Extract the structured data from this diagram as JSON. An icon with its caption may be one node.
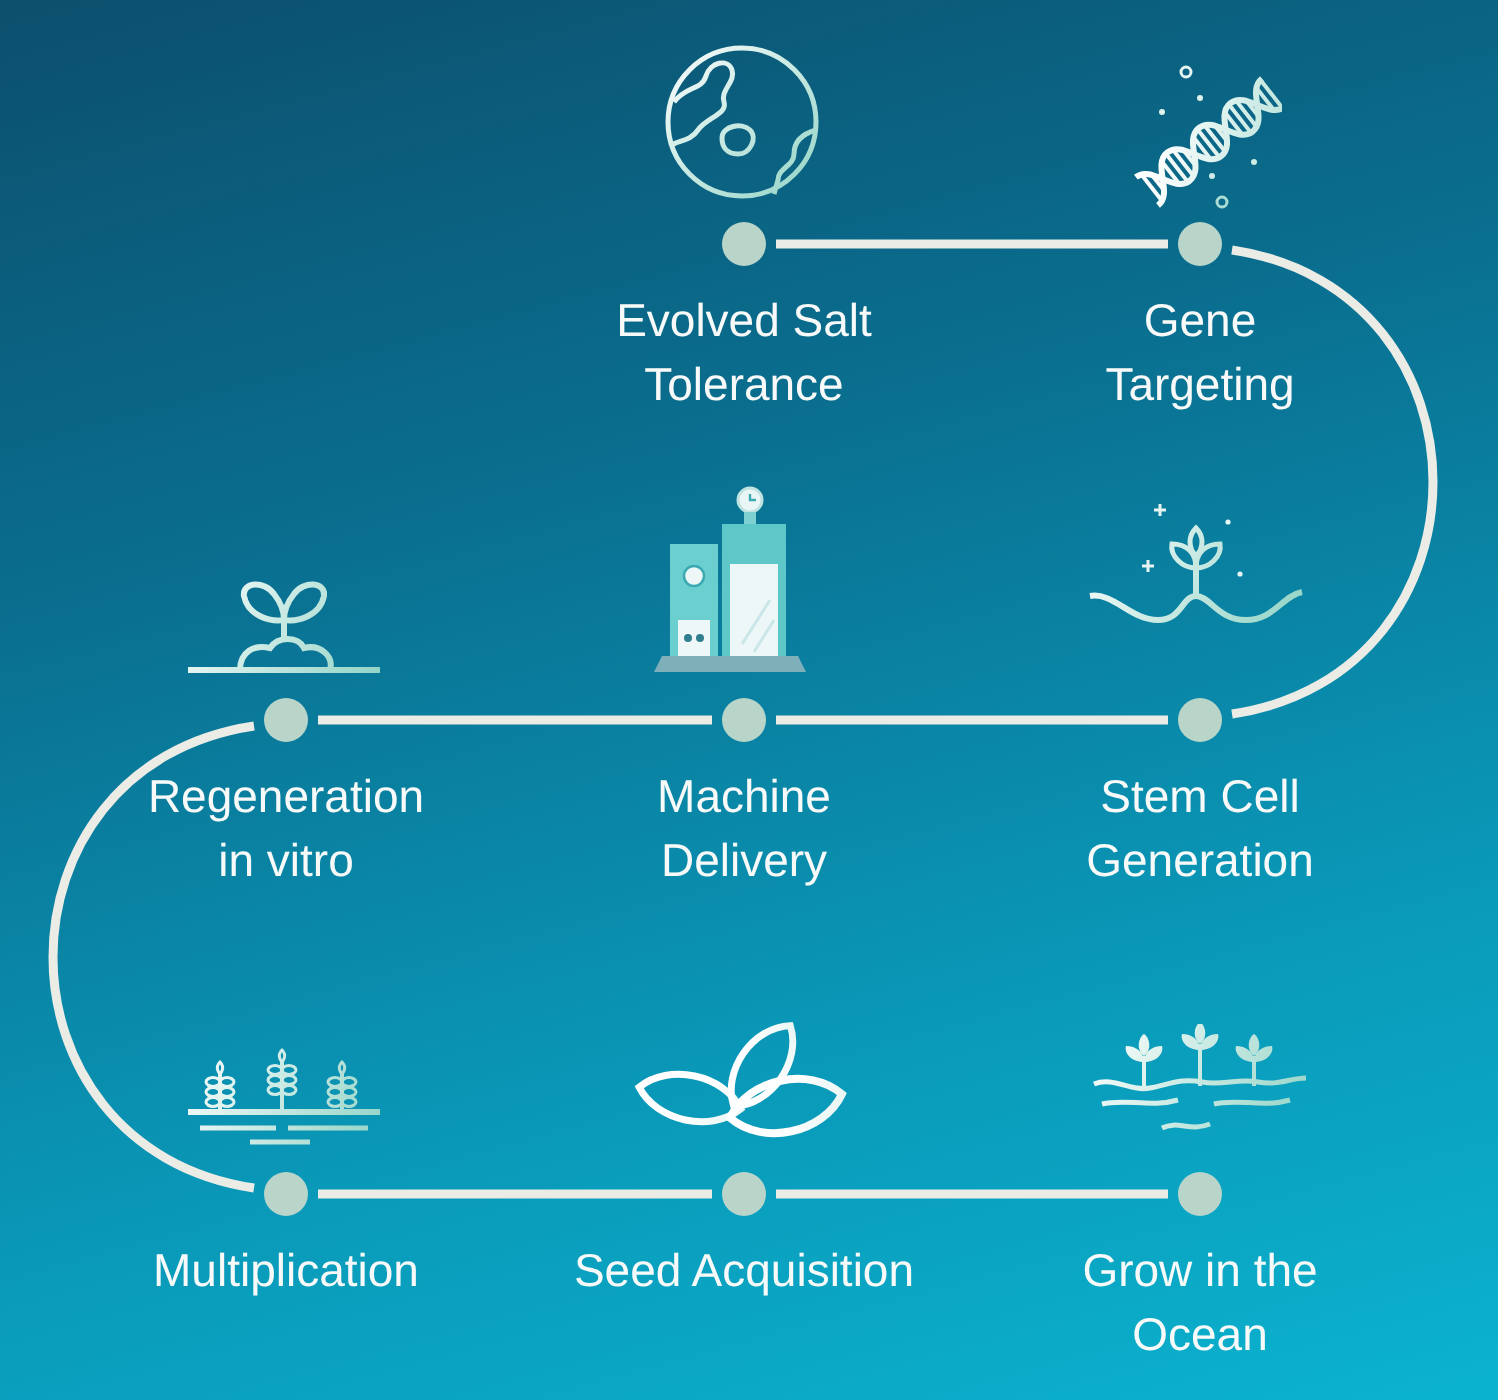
{
  "diagram": {
    "nodes": [
      {
        "text": [],
        "shape": "circle",
        "beside": [
          "Evolved Salt Tolerance"
        ]
      },
      {
        "text": [],
        "shape": "circle",
        "beside": [
          "Gene Targeting"
        ]
      },
      {
        "text": [],
        "shape": "circle",
        "beside": [
          "Regeneration in vitro"
        ]
      },
      {
        "text": [],
        "shape": "circle",
        "beside": [
          "Machine Delivery"
        ]
      },
      {
        "text": [],
        "shape": "circle",
        "beside": [
          "Stem Cell Generation"
        ]
      },
      {
        "text": [],
        "shape": "circle",
        "beside": [
          "Multiplication"
        ]
      },
      {
        "text": [],
        "shape": "circle",
        "beside": [
          "Seed Acquisition"
        ]
      },
      {
        "text": [],
        "shape": "circle",
        "beside": [
          "Grow in the Ocean"
        ]
      }
    ],
    "edges": [
      {
        "from": 0,
        "to": 1,
        "arrow": "none"
      },
      {
        "from": 1,
        "to": 4,
        "arrow": "none"
      },
      {
        "from": 4,
        "to": 3,
        "arrow": "none"
      },
      {
        "from": 3,
        "to": 2,
        "arrow": "none"
      },
      {
        "from": 2,
        "to": 5,
        "arrow": "none"
      },
      {
        "from": 5,
        "to": 6,
        "arrow": "none"
      },
      {
        "from": 6,
        "to": 7,
        "arrow": "none"
      }
    ]
  }
}
